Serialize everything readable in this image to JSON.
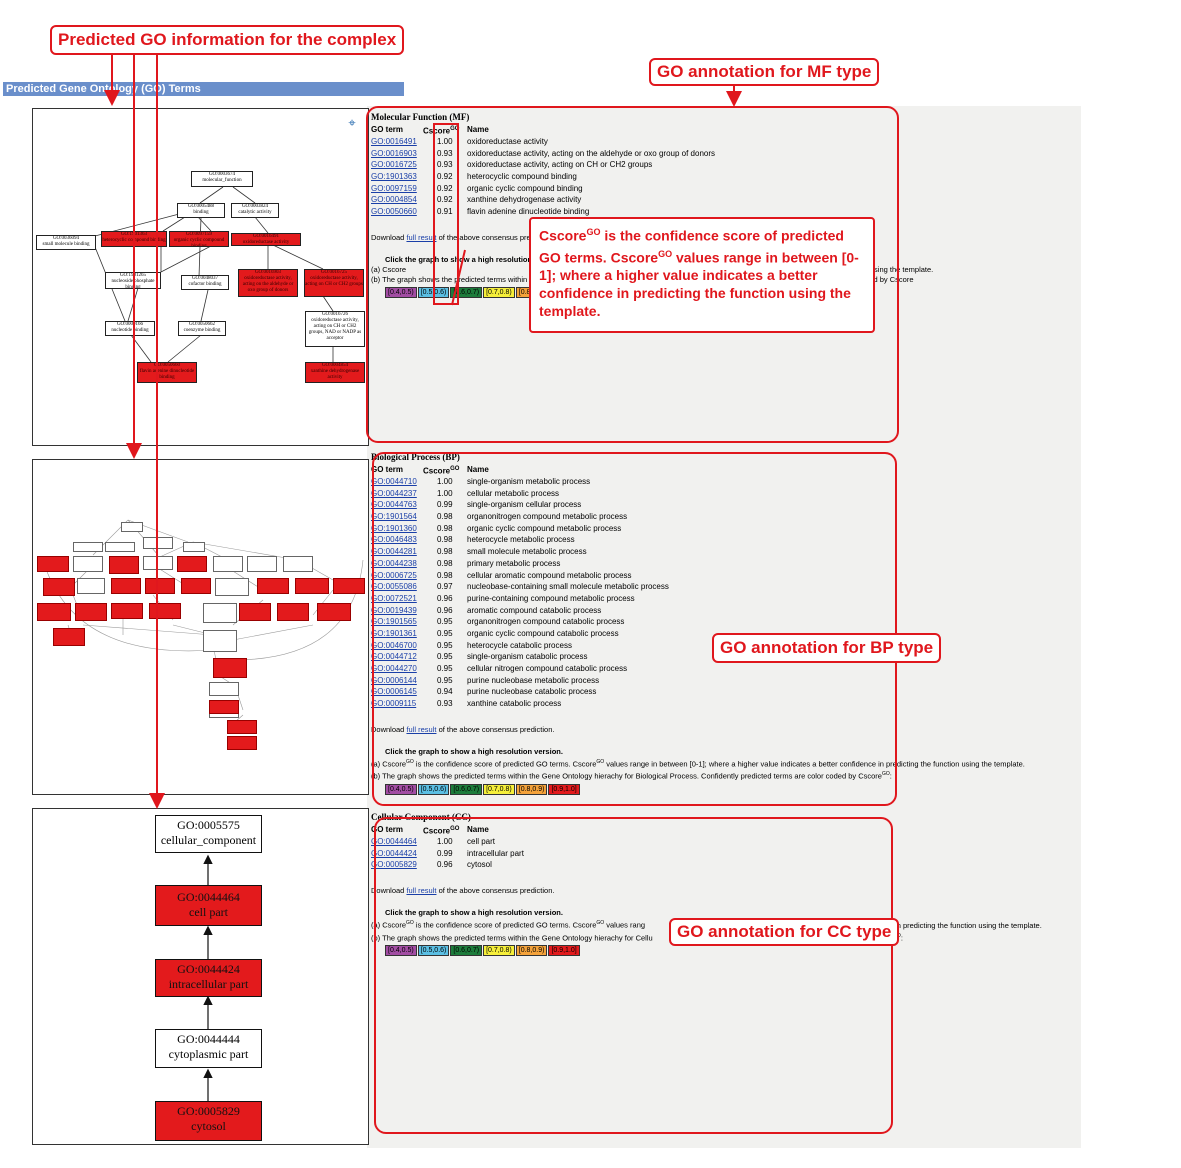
{
  "section_title": "Predicted Gene Ontology (GO) Terms",
  "annotations": {
    "complex_label": "Predicted GO information for the complex",
    "mf_label": "GO annotation for MF type",
    "bp_label": "GO annotation for BP type",
    "cc_label": "GO annotation for CC type",
    "cscore_note_pre": "Cscore",
    "cscore_note_sup": "GO",
    "cscore_note_mid": " is the confidence score of predicted GO terms. Cscore",
    "cscore_note_post": " values range in between [0-1]; where a higher value indicates a better confidence in predicting the function using the template."
  },
  "mf": {
    "title": "Molecular Function (MF)",
    "col_term": "GO term",
    "col_score": "Cscore",
    "col_score_sup": "GO",
    "col_name": "Name",
    "rows": [
      {
        "term": "GO:0016491",
        "score": "1.00",
        "name": "oxidoreductase activity"
      },
      {
        "term": "GO:0016903",
        "score": "0.93",
        "name": "oxidoreductase activity, acting on the aldehyde or oxo group of donors"
      },
      {
        "term": "GO:0016725",
        "score": "0.93",
        "name": "oxidoreductase activity, acting on CH or CH2 groups"
      },
      {
        "term": "GO:1901363",
        "score": "0.92",
        "name": "heterocyclic compound binding"
      },
      {
        "term": "GO:0097159",
        "score": "0.92",
        "name": "organic cyclic compound binding"
      },
      {
        "term": "GO:0004854",
        "score": "0.92",
        "name": "xanthine dehydrogenase activity"
      },
      {
        "term": "GO:0050660",
        "score": "0.91",
        "name": "flavin adenine dinucleotide binding"
      }
    ],
    "download_pre": "Download",
    "download_link": "full result",
    "download_post": "of the above consensus prediction.",
    "click_text": "Click the graph to show a high resolution version.",
    "note_a_marker": "(a)",
    "note_a": "Cscore",
    "note_a_tail": "confidence in predicting the function using the template.",
    "note_b_marker": "(b)",
    "note_b": "The graph shows the predicted terms within",
    "note_b_tail": "ed by Cscore"
  },
  "bp": {
    "title": "Biological Process (BP)",
    "rows": [
      {
        "term": "GO:0044710",
        "score": "1.00",
        "name": "single-organism metabolic process"
      },
      {
        "term": "GO:0044237",
        "score": "1.00",
        "name": "cellular metabolic process"
      },
      {
        "term": "GO:0044763",
        "score": "0.99",
        "name": "single-organism cellular process"
      },
      {
        "term": "GO:1901564",
        "score": "0.98",
        "name": "organonitrogen compound metabolic process"
      },
      {
        "term": "GO:1901360",
        "score": "0.98",
        "name": "organic cyclic compound metabolic process"
      },
      {
        "term": "GO:0046483",
        "score": "0.98",
        "name": "heterocycle metabolic process"
      },
      {
        "term": "GO:0044281",
        "score": "0.98",
        "name": "small molecule metabolic process"
      },
      {
        "term": "GO:0044238",
        "score": "0.98",
        "name": "primary metabolic process"
      },
      {
        "term": "GO:0006725",
        "score": "0.98",
        "name": "cellular aromatic compound metabolic process"
      },
      {
        "term": "GO:0055086",
        "score": "0.97",
        "name": "nucleobase-containing small molecule metabolic process"
      },
      {
        "term": "GO:0072521",
        "score": "0.96",
        "name": "purine-containing compound metabolic process"
      },
      {
        "term": "GO:0019439",
        "score": "0.96",
        "name": "aromatic compound catabolic process"
      },
      {
        "term": "GO:1901565",
        "score": "0.95",
        "name": "organonitrogen compound catabolic process"
      },
      {
        "term": "GO:1901361",
        "score": "0.95",
        "name": "organic cyclic compound catabolic process"
      },
      {
        "term": "GO:0046700",
        "score": "0.95",
        "name": "heterocycle catabolic process"
      },
      {
        "term": "GO:0044712",
        "score": "0.95",
        "name": "single-organism catabolic process"
      },
      {
        "term": "GO:0044270",
        "score": "0.95",
        "name": "cellular nitrogen compound catabolic process"
      },
      {
        "term": "GO:0006144",
        "score": "0.95",
        "name": "purine nucleobase metabolic process"
      },
      {
        "term": "GO:0006145",
        "score": "0.94",
        "name": "purine nucleobase catabolic process"
      },
      {
        "term": "GO:0009115",
        "score": "0.93",
        "name": "xanthine catabolic process"
      }
    ],
    "download_pre": "Download",
    "download_link": "full result",
    "download_post": "of the above consensus prediction.",
    "click_text": "Click the graph to show a high resolution version.",
    "note_a": "Cscore",
    "note_a_rest": " is the confidence score of predicted GO terms. Cscore",
    "note_a_rest2": " values range in between [0-1]; where a higher value indicates a better confidence in predicting the function using the template.",
    "note_b": "The graph shows the predicted terms within the Gene Ontology hierachy for Biological Process. Confidently predicted terms are color coded by Cscore"
  },
  "cc": {
    "title": "Cellular Component (CC)",
    "rows": [
      {
        "term": "GO:0044464",
        "score": "1.00",
        "name": "cell part"
      },
      {
        "term": "GO:0044424",
        "score": "0.99",
        "name": "intracellular part"
      },
      {
        "term": "GO:0005829",
        "score": "0.96",
        "name": "cytosol"
      }
    ],
    "download_pre": "Download",
    "download_link": "full result",
    "download_post": "of the above consensus prediction.",
    "click_text": "Click the graph to show a high resolution version.",
    "note_a": "Cscore",
    "note_a_rest": " is the confidence score of predicted GO terms. Cscore",
    "note_a_rest2": " values rang",
    "note_a_tail": "ce in predicting the function using the template.",
    "note_b": "The graph shows the predicted terms within the Gene Ontology hierachy for Cellu",
    "note_b_tail": "score"
  },
  "legend": [
    {
      "label": "[0.4,0.5)",
      "color": "#a24da3"
    },
    {
      "label": "[0.5,0.6)",
      "color": "#5bbfe3"
    },
    {
      "label": "[0.6,0.7)",
      "color": "#1d7c3b"
    },
    {
      "label": "[0.7,0.8)",
      "color": "#f6ef3a"
    },
    {
      "label": "[0.8,0.9)",
      "color": "#f4a23a"
    },
    {
      "label": "[0.9,1.0]",
      "color": "#e31a1c"
    }
  ],
  "mf_graph": {
    "nodes": [
      {
        "id": "GO:0003674",
        "label": "molecular_function",
        "red": false
      },
      {
        "id": "GO:0005488",
        "label": "binding",
        "red": false
      },
      {
        "id": "GO:0003824",
        "label": "catalytic activity",
        "red": false
      },
      {
        "id": "GO:0036094",
        "label": "small molecule binding",
        "red": false
      },
      {
        "id": "GO:1901363",
        "label": "heterocyclic compound binding",
        "red": true
      },
      {
        "id": "GO:0097159",
        "label": "organic cyclic compound binding",
        "red": true
      },
      {
        "id": "GO:0016491",
        "label": "oxidoreductase activity",
        "red": true
      },
      {
        "id": "GO:1901265",
        "label": "nucleoside phosphate binding",
        "red": false
      },
      {
        "id": "GO:0048037",
        "label": "cofactor binding",
        "red": false
      },
      {
        "id": "GO:0016903",
        "label": "oxidoreductase activity, acting on the aldehyde or oxo group of donors",
        "red": true
      },
      {
        "id": "GO:0016725",
        "label": "oxidoreductase activity, acting on CH or CH2 groups",
        "red": true
      },
      {
        "id": "GO:0000166",
        "label": "nucleotide binding",
        "red": false
      },
      {
        "id": "GO:0050662",
        "label": "coenzyme binding",
        "red": false
      },
      {
        "id": "GO:0016726",
        "label": "oxidoreductase activity, acting on CH or CH2 groups, NAD or NADP as acceptor",
        "red": false
      },
      {
        "id": "GO:0050660",
        "label": "flavin adenine dinucleotide binding",
        "red": true
      },
      {
        "id": "GO:0004854",
        "label": "xanthine dehydrogenase activity",
        "red": true
      }
    ]
  },
  "cc_graph": {
    "nodes": [
      {
        "id": "GO:0005575",
        "label": "cellular_component",
        "red": false
      },
      {
        "id": "GO:0044464",
        "label": "cell part",
        "red": true
      },
      {
        "id": "GO:0044424",
        "label": "intracellular part",
        "red": true
      },
      {
        "id": "GO:0044444",
        "label": "cytoplasmic part",
        "red": false
      },
      {
        "id": "GO:0005829",
        "label": "cytosol",
        "red": true
      }
    ]
  }
}
